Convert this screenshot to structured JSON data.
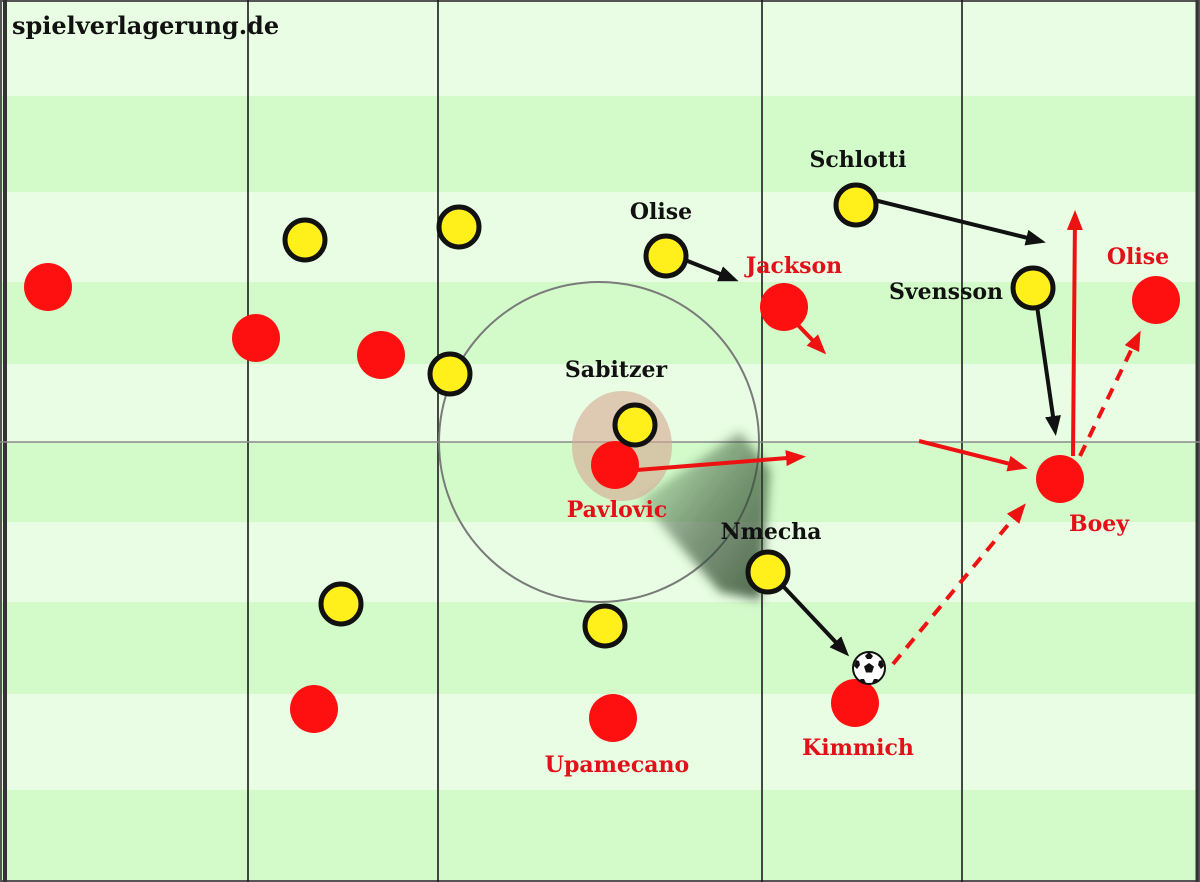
{
  "watermark": "spielverlagerung.de",
  "colors": {
    "stripe_light": "#e8fde3",
    "stripe_dark": "#d3fbca",
    "home": "#ff1010",
    "away": "#ffef1a",
    "home_text": "#e3101a",
    "away_text": "#111111",
    "arrow_home": "#ee1111",
    "arrow_away": "#111111"
  },
  "labels": {
    "home_olise": "Olise",
    "home_jackson": "Jackson",
    "home_boey": "Boey",
    "home_pavlovic": "Pavlovic",
    "home_kimmich": "Kimmich",
    "home_upamecano": "Upamecano",
    "away_olise": "Olise",
    "away_schlotti": "Schlotti",
    "away_svensson": "Svensson",
    "away_sabitzer": "Sabitzer",
    "away_nmecha": "Nmecha"
  },
  "ball_icon": "soccer-ball-icon"
}
